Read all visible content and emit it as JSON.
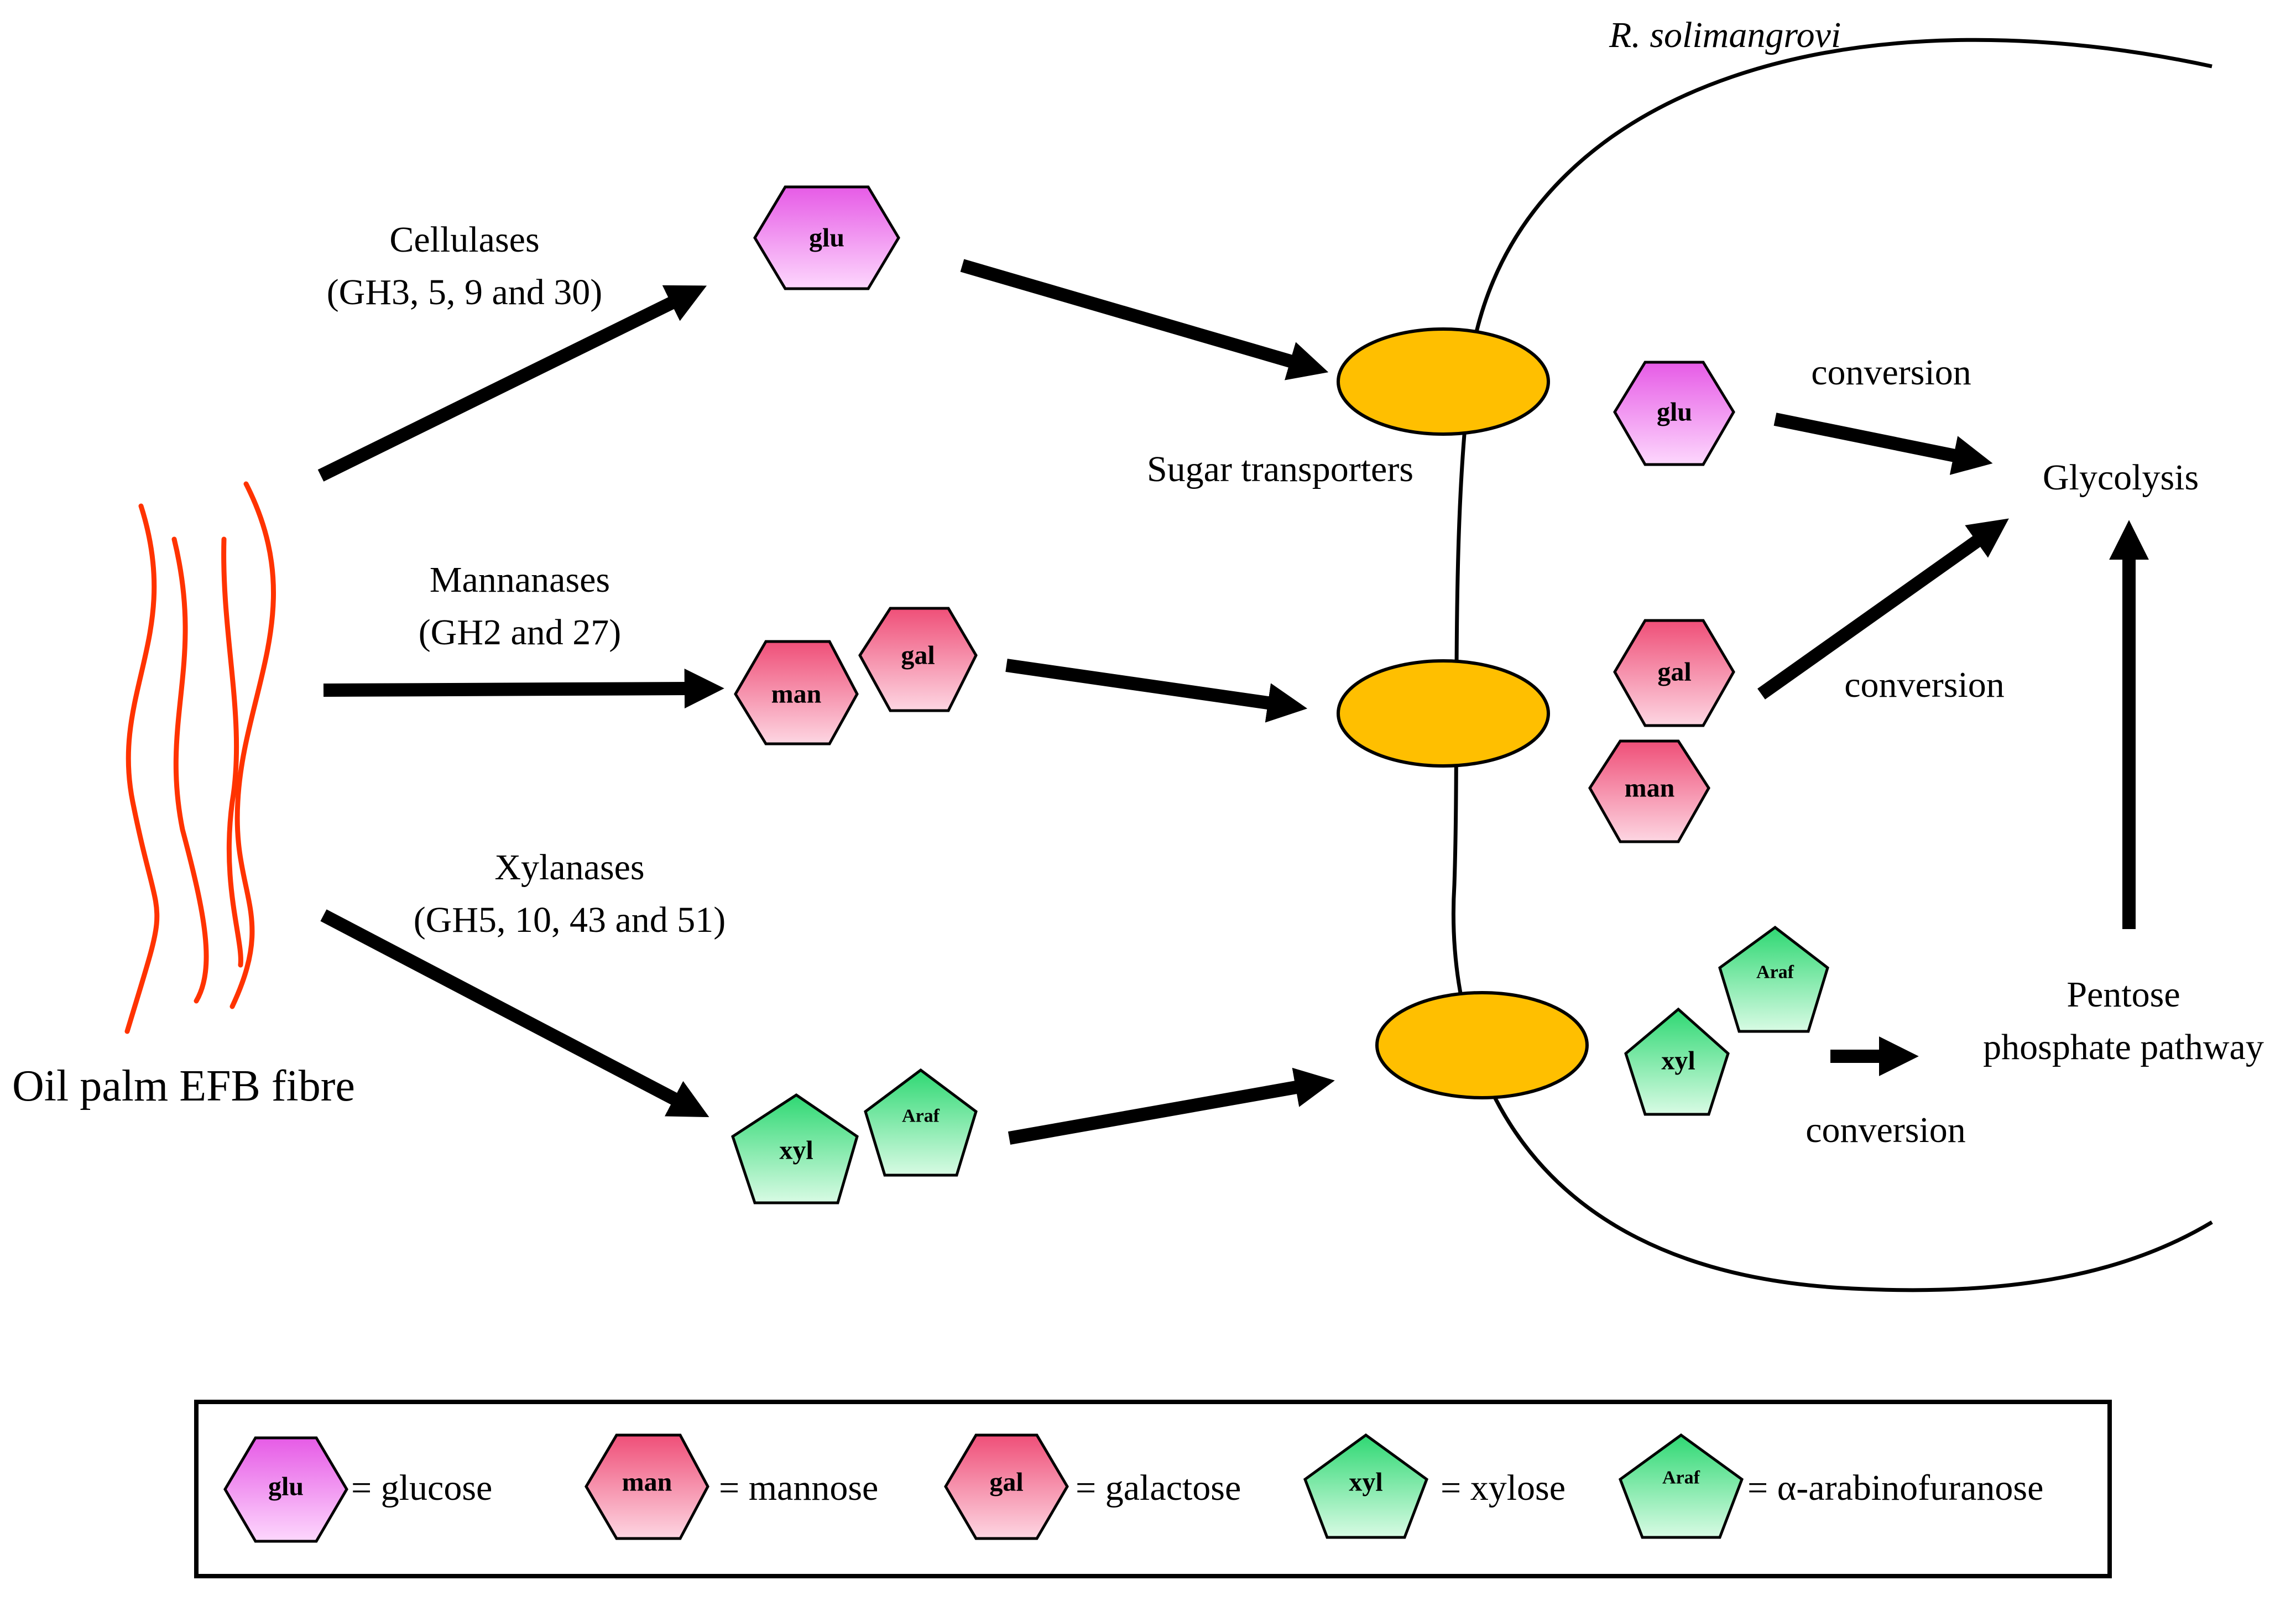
{
  "organism": "R. solimangrovi",
  "substrate": "Oil palm EFB fibre",
  "enzymes": {
    "cellulases": {
      "name": "Cellulases",
      "families": "(GH3, 5, 9 and 30)"
    },
    "mannanases": {
      "name": "Mannanases",
      "families": "(GH2 and 27)"
    },
    "xylanases": {
      "name": "Xylanases",
      "families": "(GH5, 10, 43 and 51)"
    }
  },
  "transporters_label": "Sugar transporters",
  "conversion_label": "conversion",
  "pathways": {
    "glycolysis": "Glycolysis",
    "pentose_line1": "Pentose",
    "pentose_line2": "phosphate pathway"
  },
  "sugars": {
    "glu": "glu",
    "man": "man",
    "gal": "gal",
    "xyl": "xyl",
    "araf": "Araf"
  },
  "legend": [
    {
      "abbr": "glu",
      "text": "= glucose"
    },
    {
      "abbr": "man",
      "text": "= mannose"
    },
    {
      "abbr": "gal",
      "text": "= galactose"
    },
    {
      "abbr": "xyl",
      "text": "= xylose"
    },
    {
      "abbr": "Araf",
      "text": "= α-arabinofuranose"
    }
  ],
  "colors": {
    "glucose": [
      "#e65be6",
      "#fdd7fd"
    ],
    "mannose_galactose": [
      "#ef4f78",
      "#fdd6e2"
    ],
    "xylose_arabinose": [
      "#2fd873",
      "#d8fbe4"
    ],
    "transporter": "#ffbf00",
    "fibre": "#ff3300",
    "arrow": "#000000"
  }
}
